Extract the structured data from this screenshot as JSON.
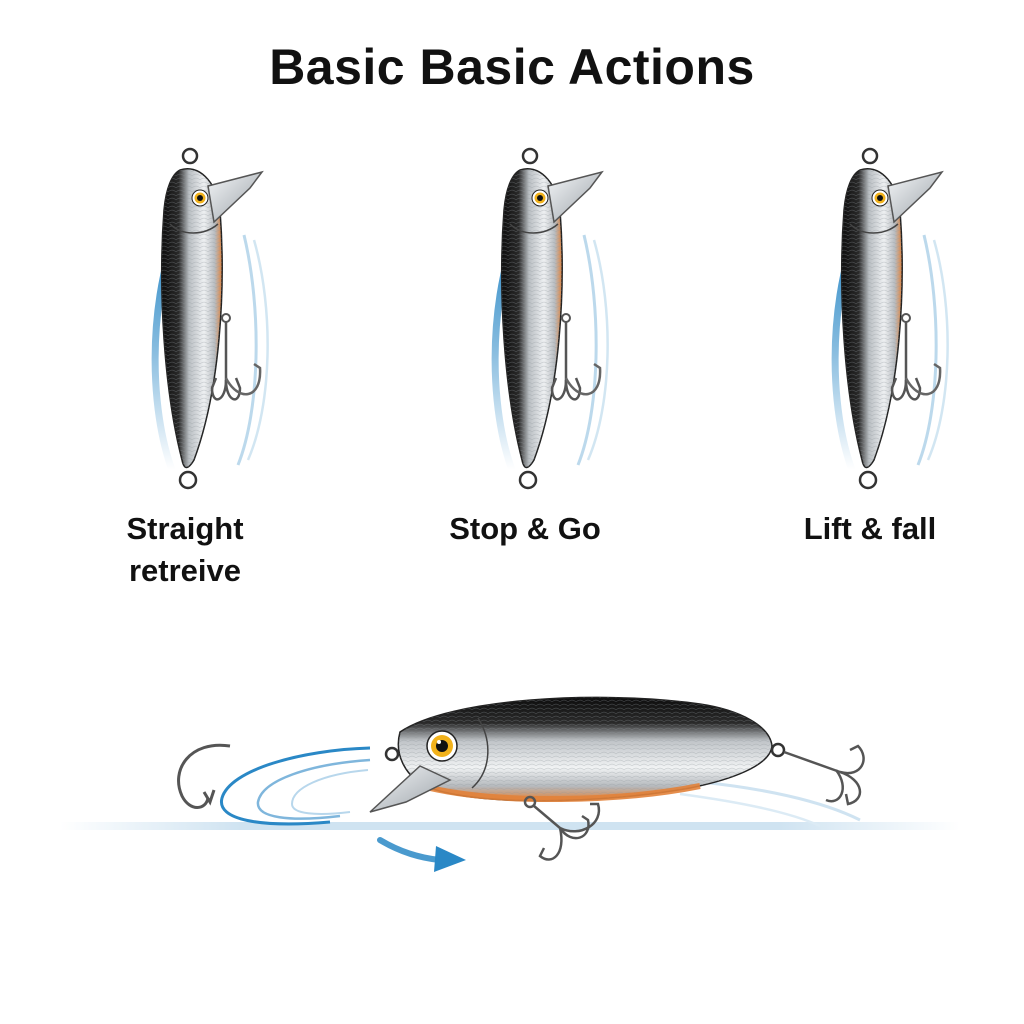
{
  "title": "Basic Basic Actions",
  "actions": [
    {
      "label_line1": "Straight",
      "label_line2": "retreive"
    },
    {
      "label_line1": "Stop & Go",
      "label_line2": ""
    },
    {
      "label_line1": "Lift & fall",
      "label_line2": ""
    }
  ],
  "colors": {
    "motion_blue": "#2a88c6",
    "belly_orange": "#e2823a",
    "back_black": "#111111",
    "eye_yellow": "#f2b21b"
  }
}
